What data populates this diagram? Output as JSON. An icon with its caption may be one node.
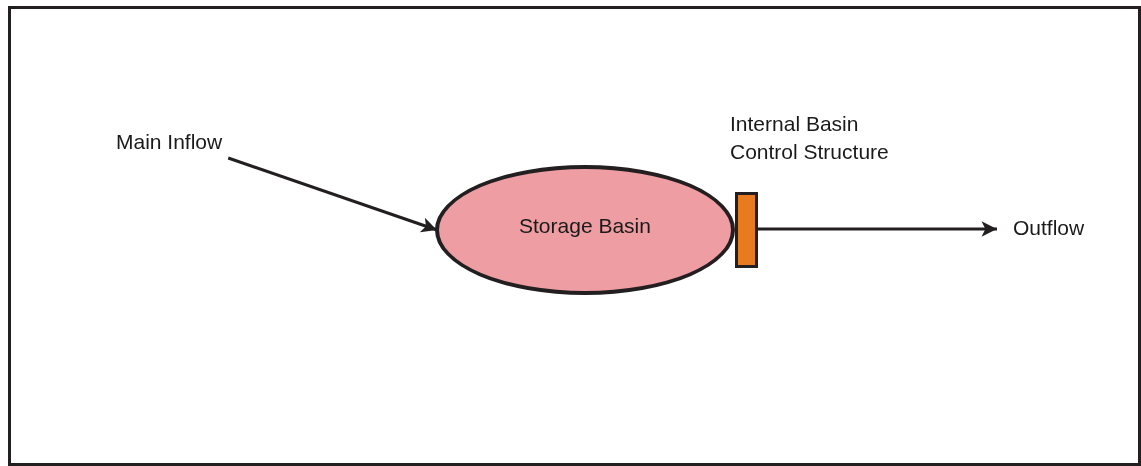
{
  "diagram": {
    "nodes": [
      {
        "text": [
          "Main Inflow"
        ]
      },
      {
        "text": [
          "Storage Basin"
        ]
      },
      {
        "text": [
          "Internal Basin Control Structure"
        ]
      },
      {
        "text": [
          "Outflow"
        ]
      }
    ],
    "edges": [
      {
        "from": 0,
        "to": 1,
        "arrow": "to"
      },
      {
        "from": 2,
        "to": 3,
        "arrow": "to"
      }
    ]
  }
}
